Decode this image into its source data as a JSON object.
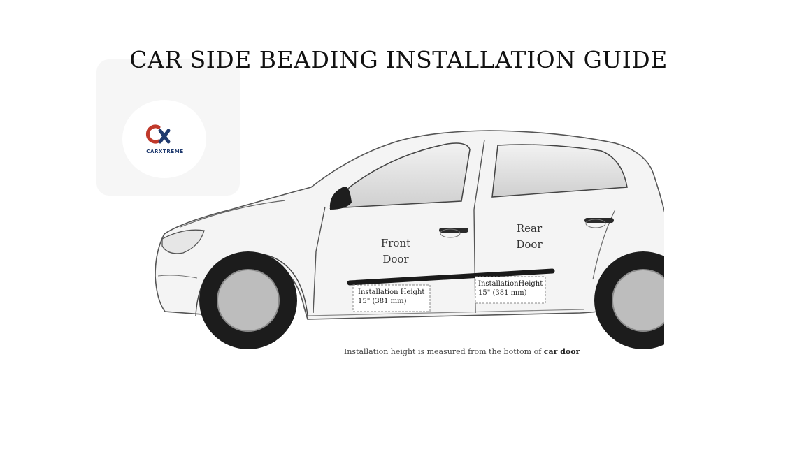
{
  "title": "CAR SIDE BEADING INSTALLATION GUIDE",
  "logo": {
    "mark": "Cx",
    "brand": "CARXTREME",
    "colors": {
      "c": "#c0392b",
      "x": "#1f3a6e"
    }
  },
  "diagram": {
    "front_door": {
      "line1": "Front",
      "line2": "Door"
    },
    "rear_door": {
      "line1": "Rear",
      "line2": "Door"
    },
    "front_height": {
      "line1": "Installation Height",
      "line2": "15\" (381 mm)"
    },
    "rear_height": {
      "line1": "InstallationHeight",
      "line2": "15\" (381 mm)"
    },
    "footnote_prefix": "Installation height is measured from the bottom of",
    "footnote_emphasis": "car door"
  },
  "colors": {
    "body_fill": "#f4f4f4",
    "outline": "#555555",
    "beading": "#1a1a1a",
    "tire": "#1c1c1c",
    "rim": "#bdbdbd"
  }
}
